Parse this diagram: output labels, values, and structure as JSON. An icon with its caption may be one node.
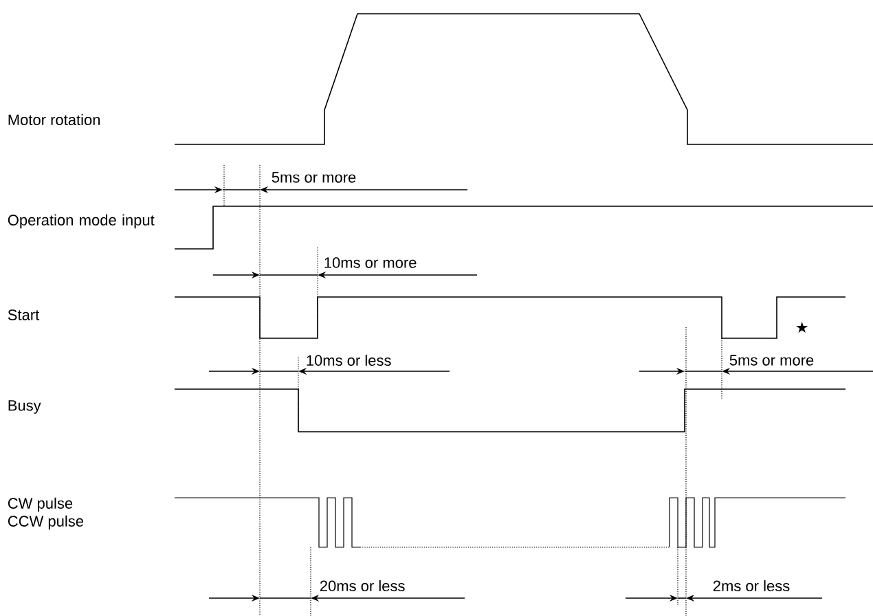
{
  "diagram": {
    "labels": [
      "Motor rotation",
      "5ms or more",
      "Operation mode input",
      "10ms or more",
      "Start",
      "★",
      "10ms or less",
      "5ms or more",
      "Busy",
      "CW pulse",
      "CCW pulse",
      "20ms or less",
      "2ms or less"
    ]
  }
}
